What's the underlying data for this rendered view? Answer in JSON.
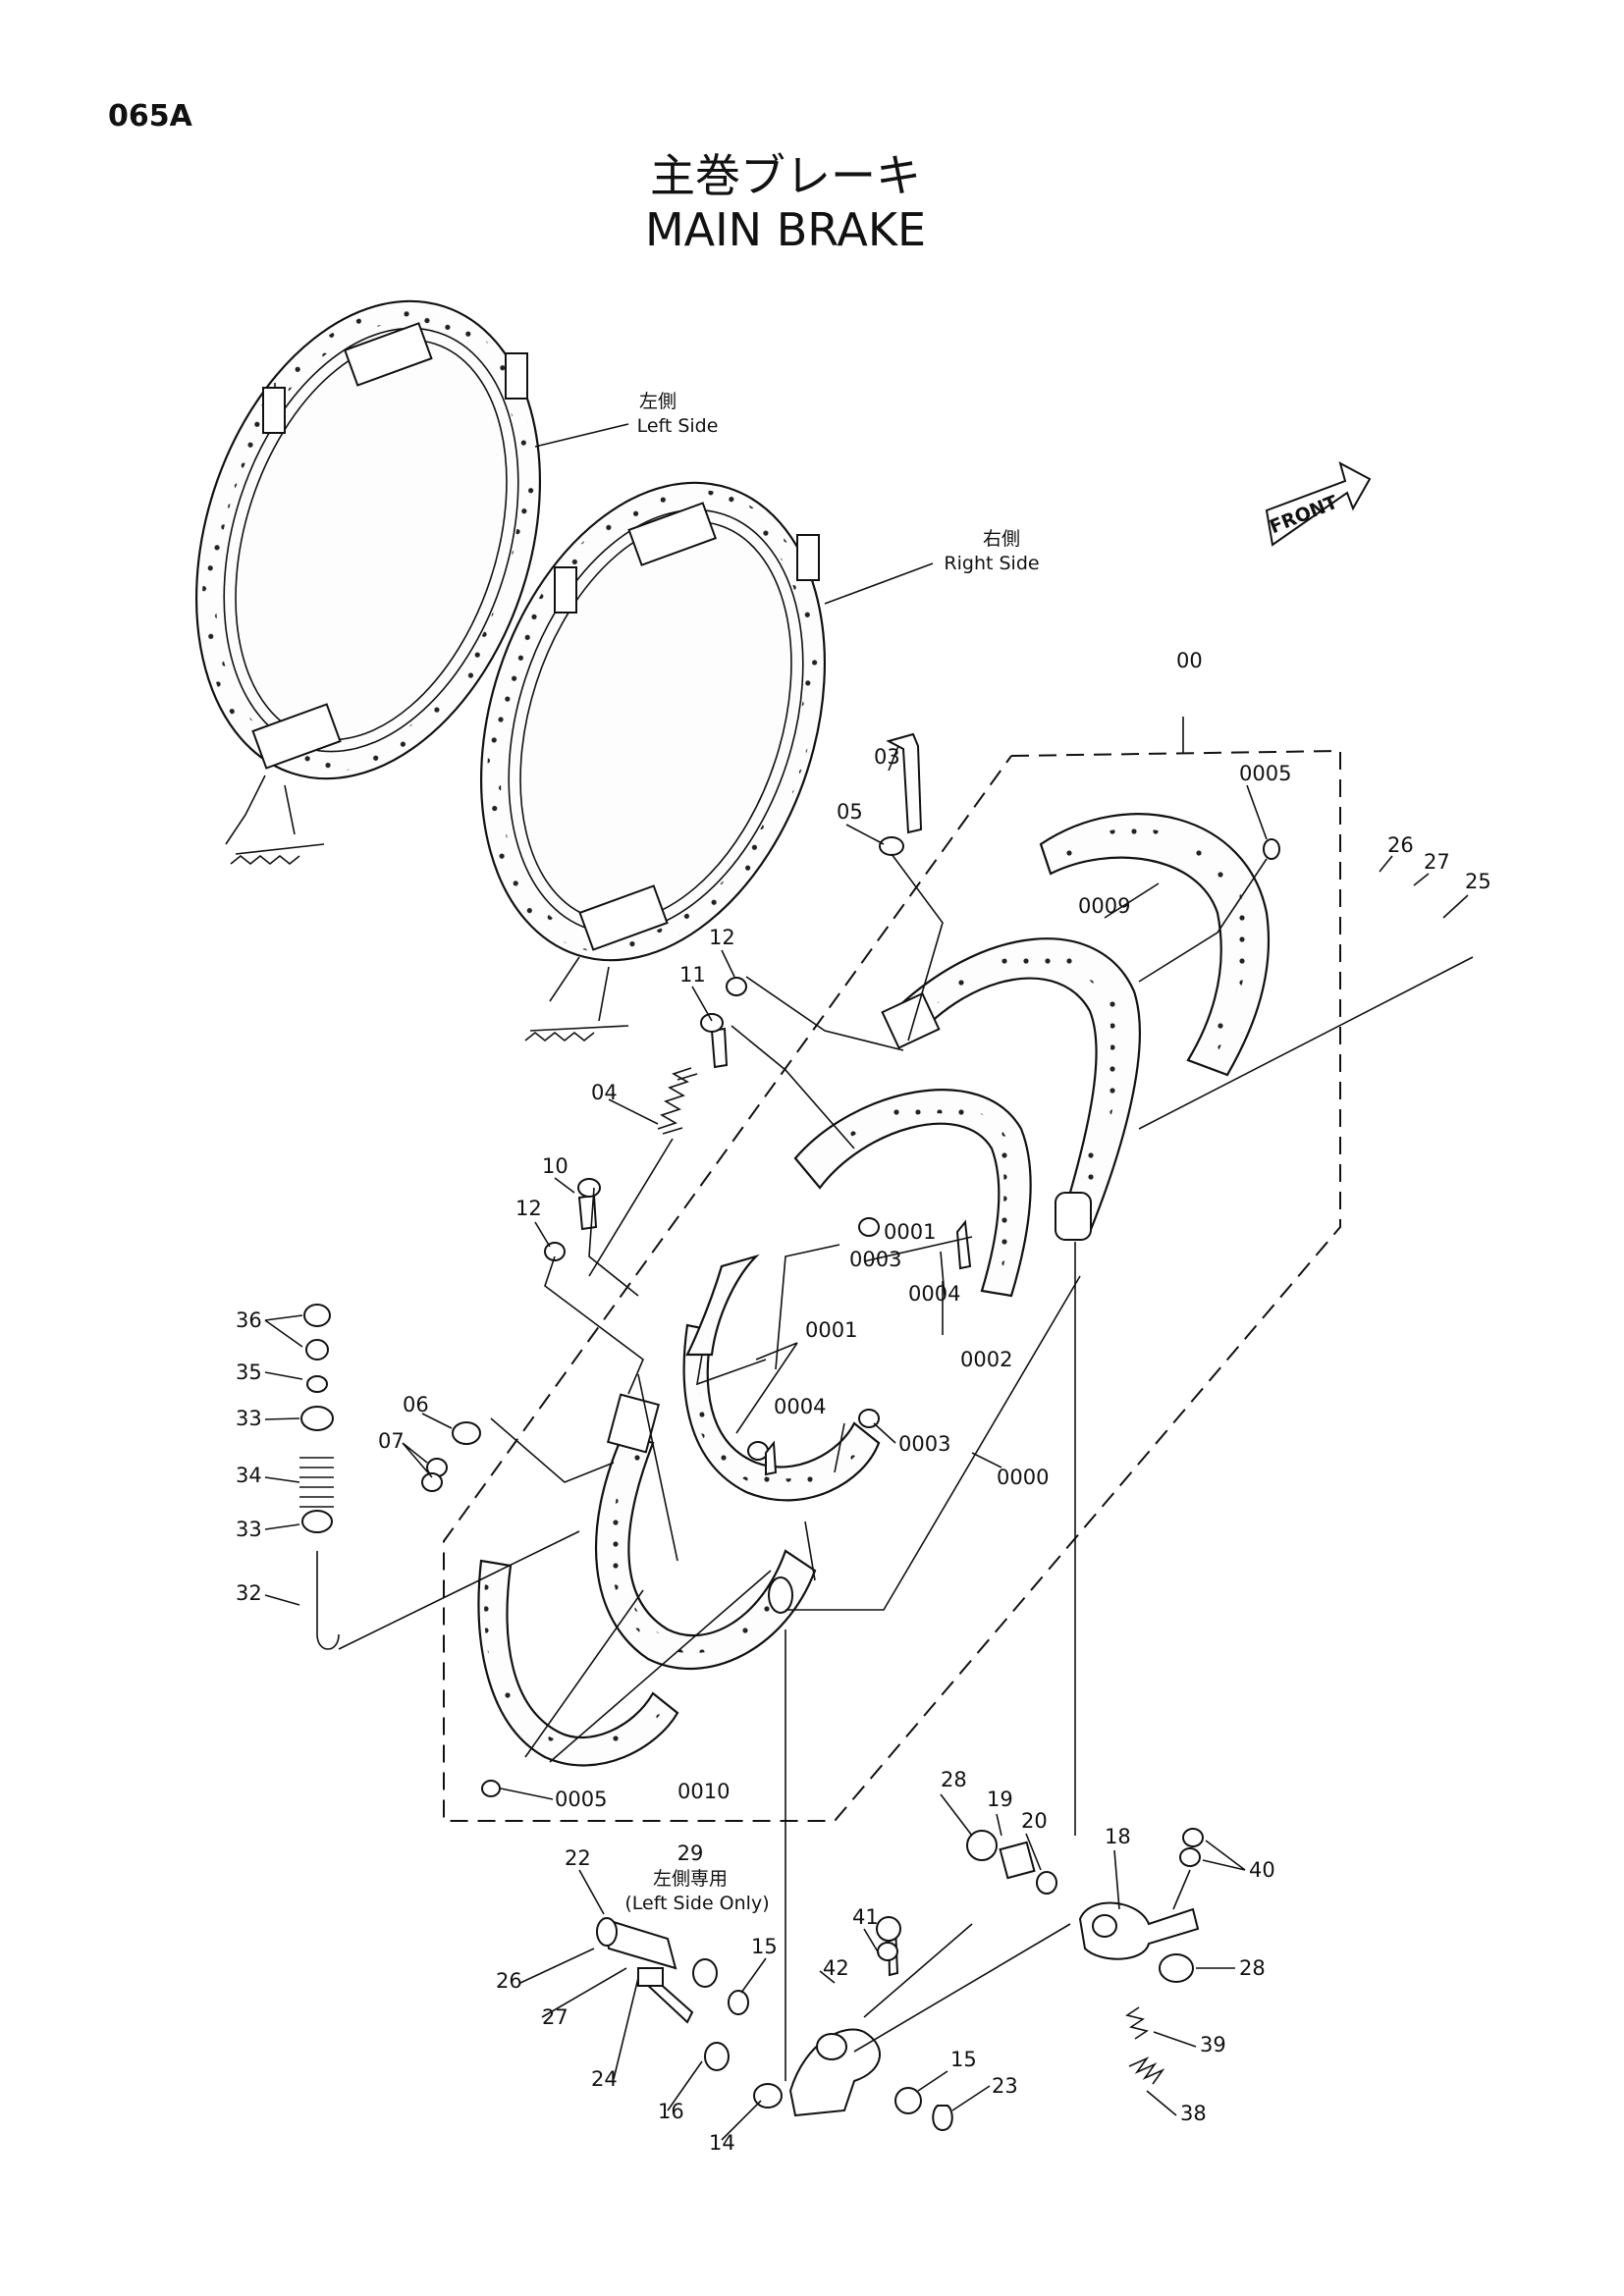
{
  "page_code": "065A",
  "title_jp": "主巻ブレーキ",
  "title_en": "MAIN BRAKE",
  "front_tag": "FRONT",
  "left_side": {
    "jp": "左側",
    "en": "Left Side"
  },
  "right_side": {
    "jp": "右側",
    "en": "Right Side"
  },
  "left_only": {
    "num": "29",
    "jp": "左側専用",
    "en": "(Left Side Only)"
  },
  "callouts": {
    "c00": "00",
    "c03": "03",
    "c05": "05",
    "c0005a": "0005",
    "c26a": "26",
    "c27a": "27",
    "c25": "25",
    "c0009": "0009",
    "c12a": "12",
    "c11": "11",
    "c04": "04",
    "c10": "10",
    "c12b": "12",
    "c0001a": "0001",
    "c0003a": "0003",
    "c0004a": "0004",
    "c0002": "0002",
    "c36": "36",
    "c35": "35",
    "c33a": "33",
    "c34": "34",
    "c33b": "33",
    "c32": "32",
    "c06": "06",
    "c07": "07",
    "c0001b": "0001",
    "c0004b": "0004",
    "c0003b": "0003",
    "c0000": "0000",
    "c0005b": "0005",
    "c0010": "0010",
    "c28a": "28",
    "c19": "19",
    "c20": "20",
    "c18": "18",
    "c40": "40",
    "c28b": "28",
    "c39": "39",
    "c38": "38",
    "c22": "22",
    "c41": "41",
    "c15a": "15",
    "c42": "42",
    "c26b": "26",
    "c27b": "27",
    "c24": "24",
    "c16": "16",
    "c14": "14",
    "c15b": "15",
    "c23": "23"
  }
}
